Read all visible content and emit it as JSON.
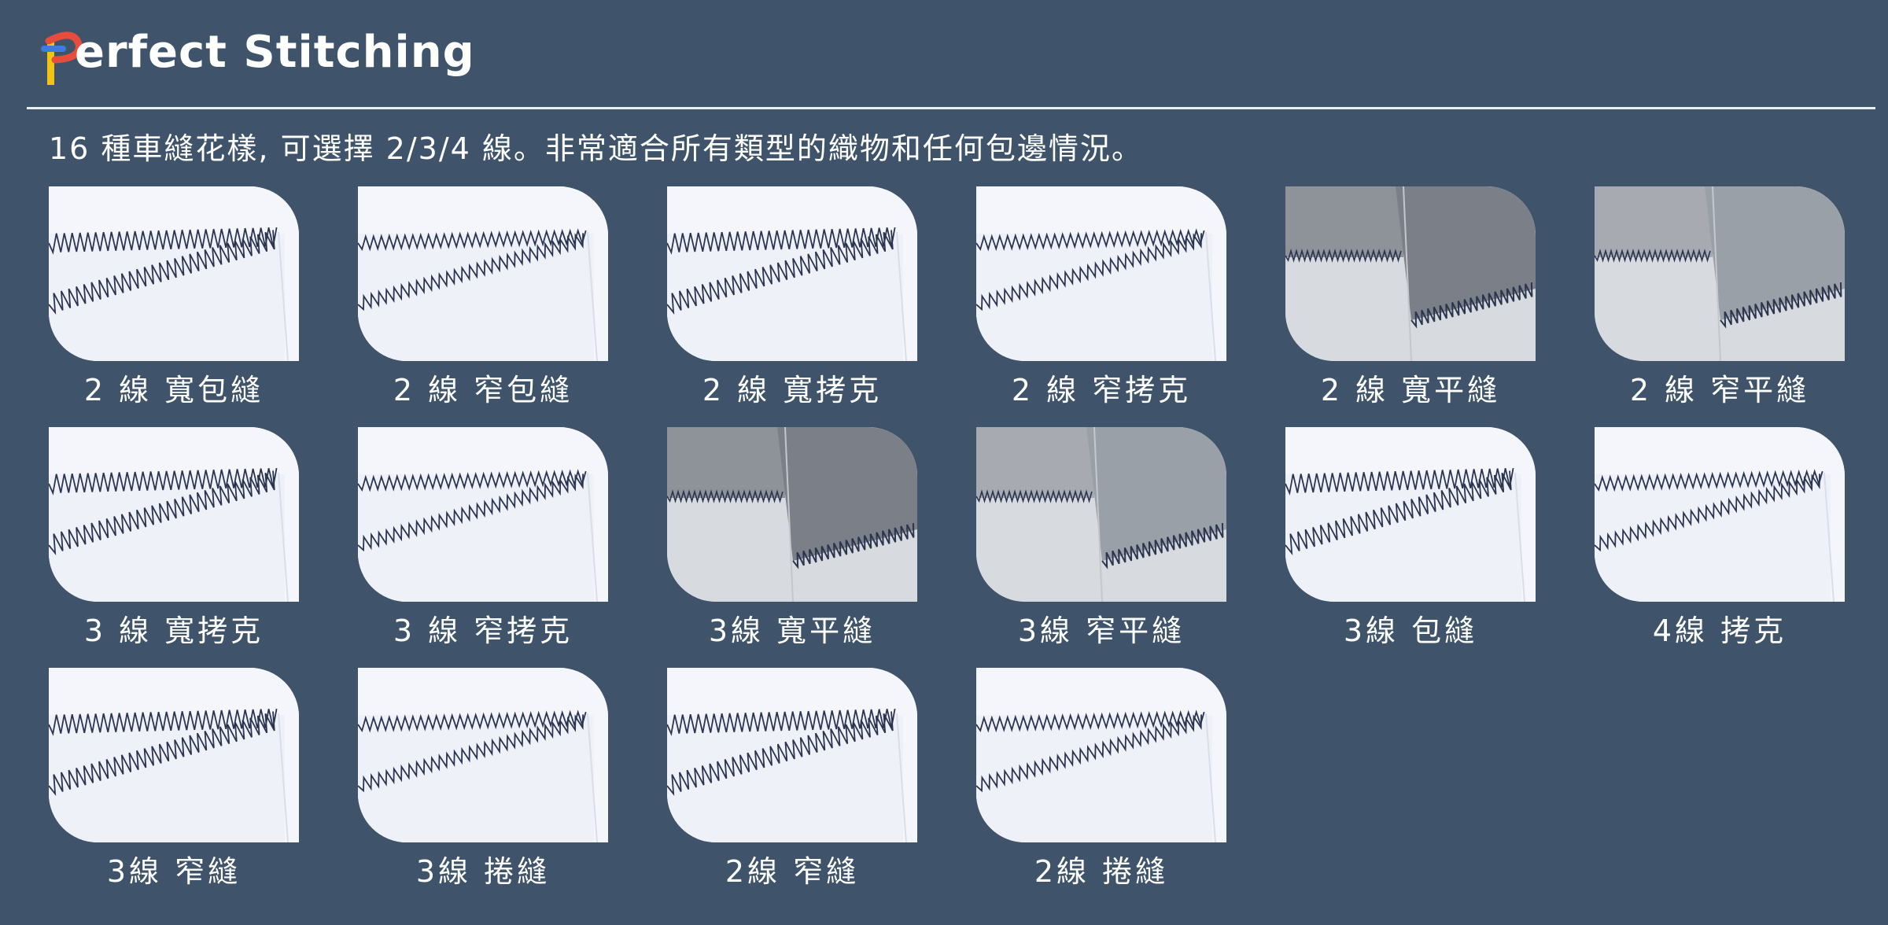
{
  "header": {
    "logo_letter": "P",
    "title_rest": "erfect Stitching",
    "subtitle": "16 種車縫花樣, 可選擇 2/3/4 線。非常適合所有類型的織物和任何包邊情況。"
  },
  "stitches": [
    {
      "label": "2 線 寬包縫",
      "style": "white"
    },
    {
      "label": "2 線 窄包縫",
      "style": "white"
    },
    {
      "label": "2 線 寬拷克",
      "style": "white"
    },
    {
      "label": "2 線 窄拷克",
      "style": "white"
    },
    {
      "label": "2 線 寬平縫",
      "style": "gray"
    },
    {
      "label": "2 線 窄平縫",
      "style": "gray"
    },
    {
      "label": "3 線 寬拷克",
      "style": "white"
    },
    {
      "label": "3 線 窄拷克",
      "style": "white"
    },
    {
      "label": "3線 寬平縫",
      "style": "gray"
    },
    {
      "label": "3線 窄平縫",
      "style": "gray"
    },
    {
      "label": "3線 包縫",
      "style": "white"
    },
    {
      "label": "4線 拷克",
      "style": "white"
    },
    {
      "label": "3線 窄縫",
      "style": "white"
    },
    {
      "label": "3線 捲縫",
      "style": "white"
    },
    {
      "label": "2線 窄縫",
      "style": "white"
    },
    {
      "label": "2線 捲縫",
      "style": "white"
    }
  ],
  "colors": {
    "background": "#3f546a",
    "thread": "#2b3550",
    "fabric_white": "#f4f6fb",
    "fabric_gray": "#9fa4ab"
  }
}
